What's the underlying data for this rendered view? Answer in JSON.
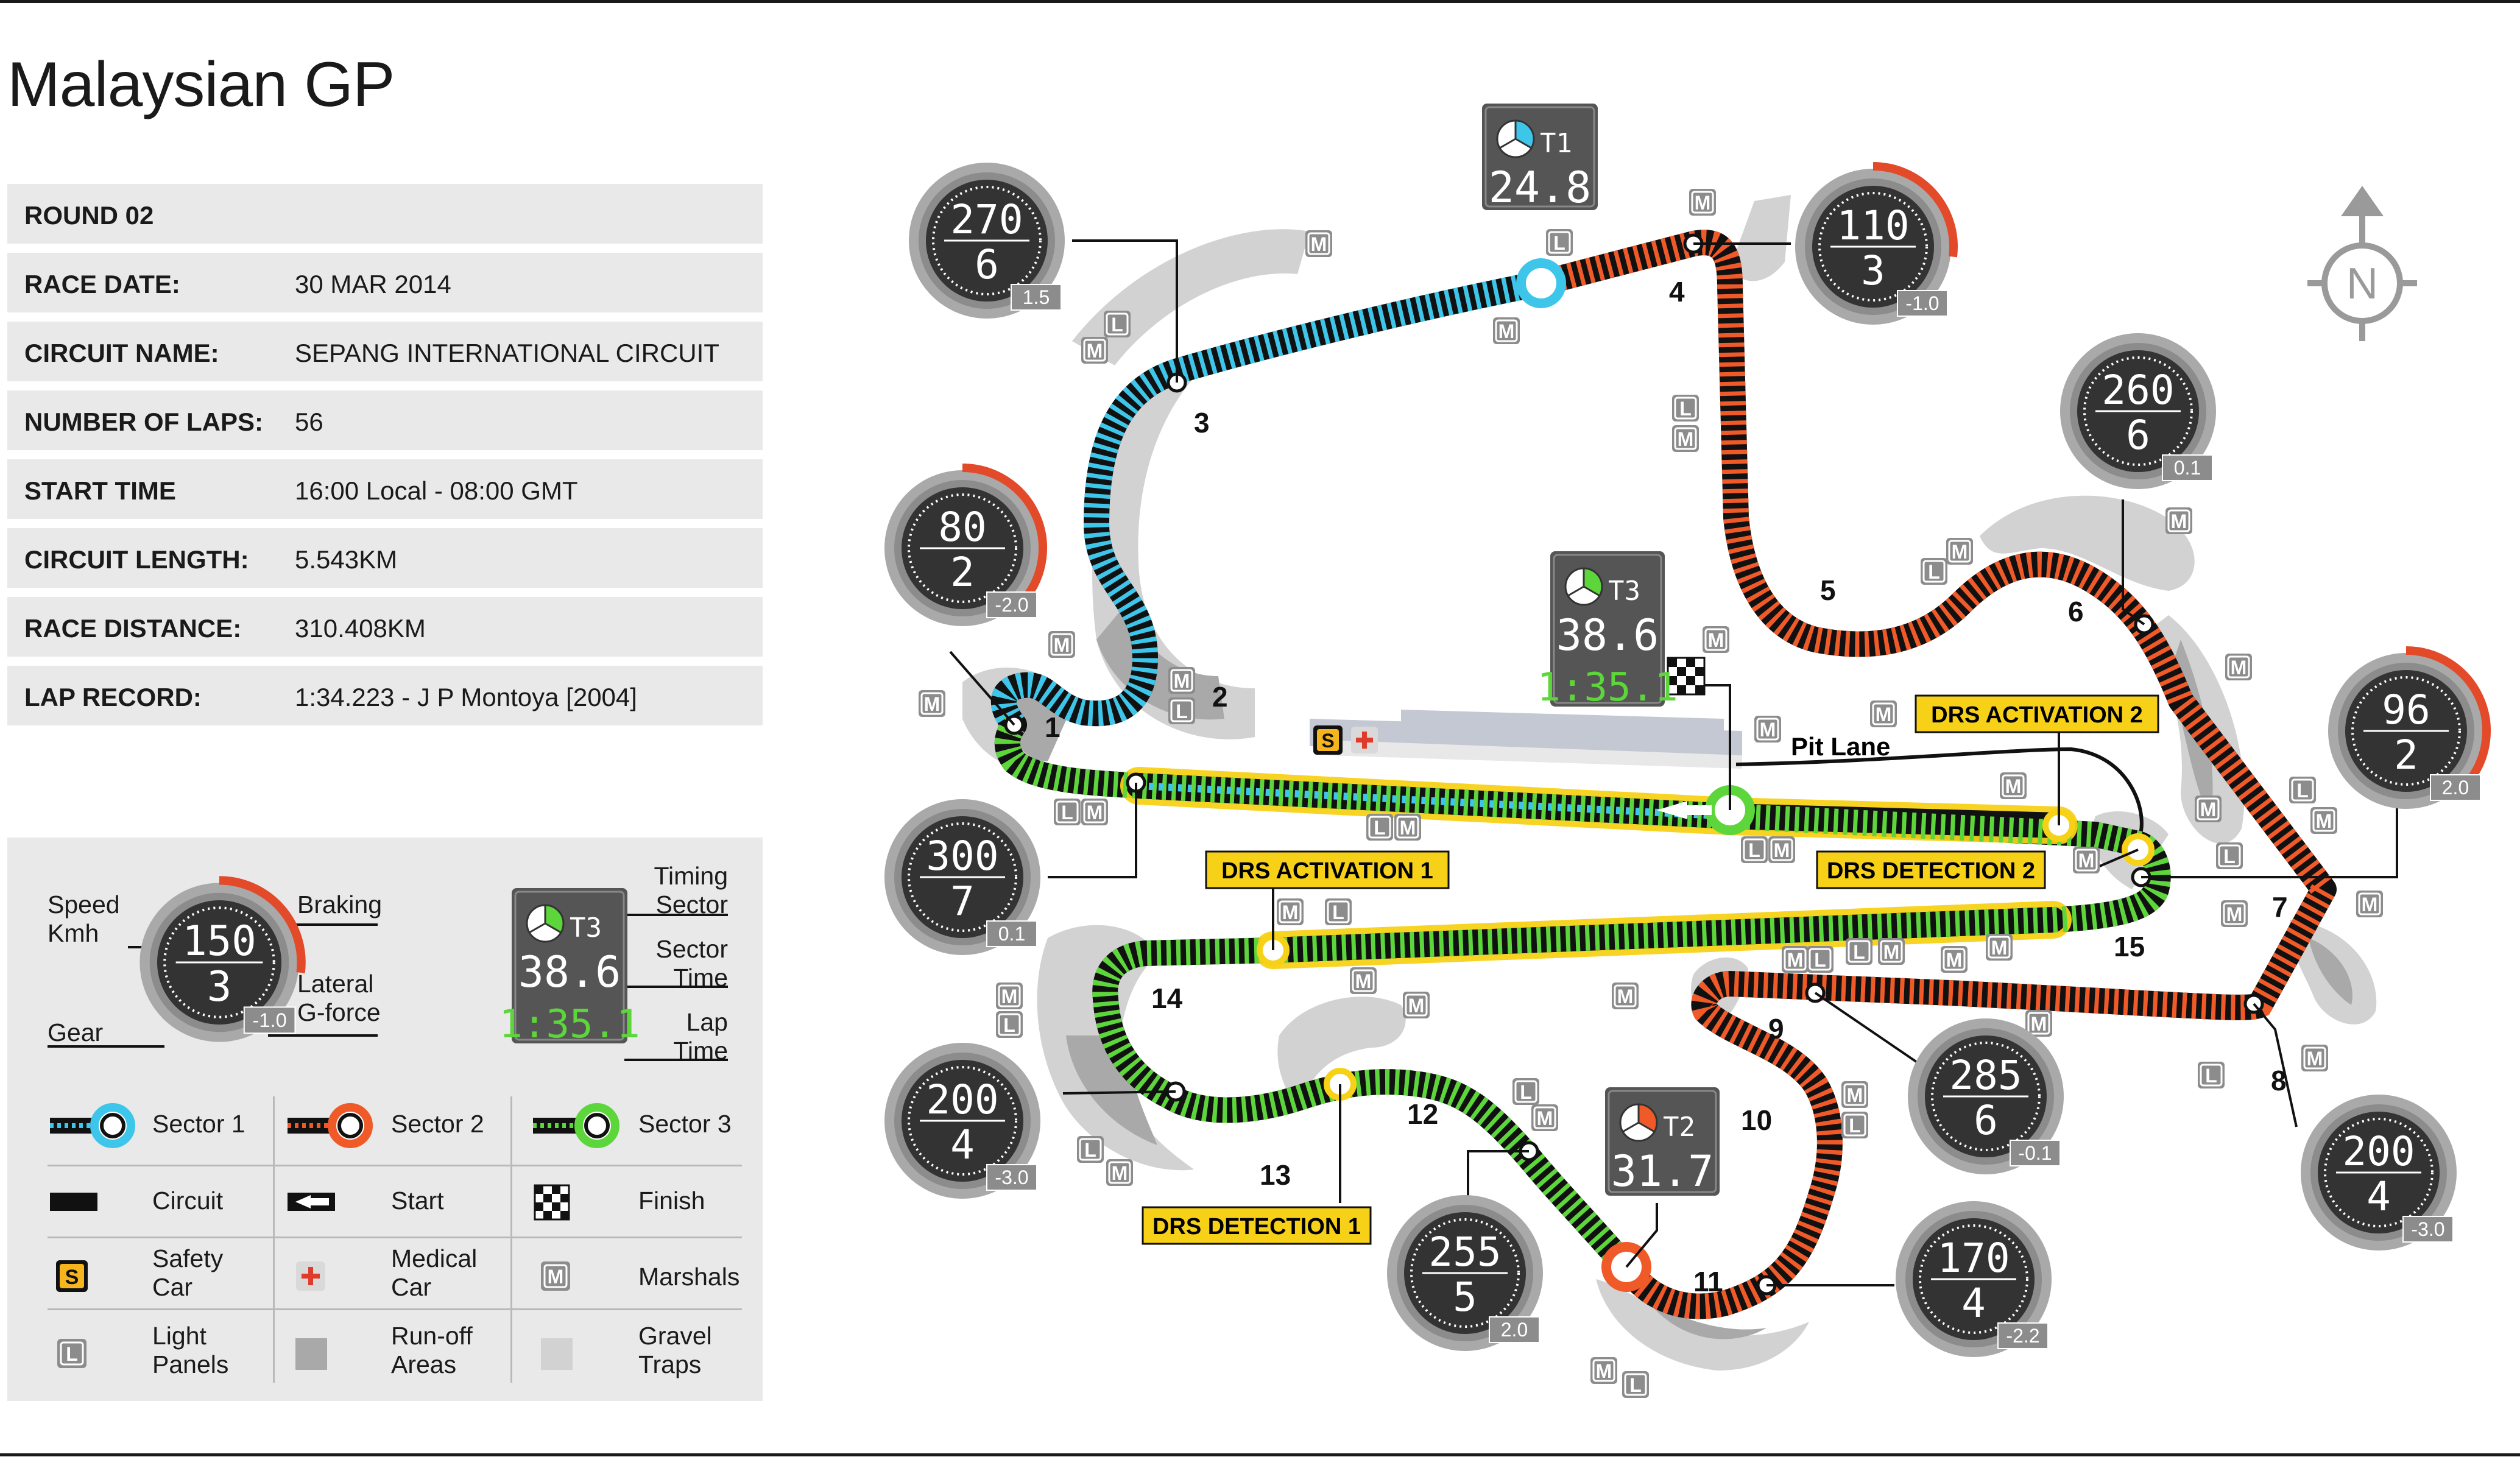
{
  "title": "Malaysian GP",
  "info": [
    {
      "label": "ROUND 02",
      "value": ""
    },
    {
      "label": "RACE DATE:",
      "value": "30 MAR 2014"
    },
    {
      "label": "CIRCUIT NAME:",
      "value": "SEPANG INTERNATIONAL CIRCUIT"
    },
    {
      "label": "NUMBER OF LAPS:",
      "value": "56"
    },
    {
      "label": "START TIME",
      "value": "16:00 Local - 08:00 GMT"
    },
    {
      "label": "CIRCUIT LENGTH:",
      "value": "5.543KM"
    },
    {
      "label": "RACE DISTANCE:",
      "value": "310.408KM"
    },
    {
      "label": "LAP RECORD:",
      "value": "1:34.223 - J P Montoya [2004]"
    }
  ],
  "legend": {
    "gauge_labels": {
      "speed": "Speed\nKmh",
      "braking": "Braking",
      "lateral": "Lateral\nG-force",
      "gear": "Gear"
    },
    "gauge_sample": {
      "speed": "150",
      "gear": "3",
      "g": "-1.0",
      "braking": 0.6
    },
    "timing_labels": {
      "timing": "Timing\nSector",
      "sector_time": "Sector\nTime",
      "lap_time": "Lap\nTime"
    },
    "timing_sample": {
      "sector": "T3",
      "time": "38.6",
      "lap": "1:35.1"
    },
    "items": [
      {
        "label": "Sector 1",
        "icon": "sector-1-icon",
        "color": "#3ec6ea"
      },
      {
        "label": "Sector 2",
        "icon": "sector-2-icon",
        "color": "#f05a28"
      },
      {
        "label": "Sector 3",
        "icon": "sector-3-icon",
        "color": "#5cd63a"
      },
      {
        "label": "Circuit",
        "icon": "circuit-icon"
      },
      {
        "label": "Start",
        "icon": "start-arrow-icon"
      },
      {
        "label": "Finish",
        "icon": "chequered-flag-icon"
      },
      {
        "label": "Safety\nCar",
        "icon": "safety-car-icon",
        "glyph": "S"
      },
      {
        "label": "Medical\nCar",
        "icon": "medical-car-icon"
      },
      {
        "label": "Marshals",
        "icon": "marshal-icon",
        "glyph": "M"
      },
      {
        "label": "Light\nPanels",
        "icon": "light-panel-icon",
        "glyph": "L"
      },
      {
        "label": "Run-off\nAreas",
        "icon": "run-off-area-icon"
      },
      {
        "label": "Gravel\nTraps",
        "icon": "gravel-trap-icon"
      }
    ]
  },
  "colors": {
    "sector1": "#3ec6ea",
    "sector2": "#f05a28",
    "sector3": "#5cd63a",
    "drs": "#f7d117",
    "gauge_dark": "#333333",
    "gauge_grey": "#8c8c8c",
    "braking": "#e24a2a"
  },
  "corners": [
    "1",
    "2",
    "3",
    "4",
    "5",
    "6",
    "7",
    "8",
    "9",
    "10",
    "11",
    "12",
    "13",
    "14",
    "15"
  ],
  "gauges": [
    {
      "id": "t3-exit",
      "speed": "270",
      "gear": "6",
      "g": "1.5",
      "braking": 0
    },
    {
      "id": "t4",
      "speed": "110",
      "gear": "3",
      "g": "-1.0",
      "braking": 0.6
    },
    {
      "id": "t6",
      "speed": "260",
      "gear": "6",
      "g": "0.1",
      "braking": 0
    },
    {
      "id": "t1",
      "speed": "80",
      "gear": "2",
      "g": "-2.0",
      "braking": 0.8
    },
    {
      "id": "t7",
      "speed": "96",
      "gear": "2",
      "g": "2.0",
      "braking": 0.8
    },
    {
      "id": "start",
      "speed": "300",
      "gear": "7",
      "g": "0.1",
      "braking": 0
    },
    {
      "id": "t14",
      "speed": "200",
      "gear": "4",
      "g": "-3.0",
      "braking": 0
    },
    {
      "id": "t9",
      "speed": "285",
      "gear": "6",
      "g": "-0.1",
      "braking": 0
    },
    {
      "id": "t8",
      "speed": "200",
      "gear": "4",
      "g": "-3.0",
      "braking": 0
    },
    {
      "id": "t12",
      "speed": "255",
      "gear": "5",
      "g": "2.0",
      "braking": 0
    },
    {
      "id": "t11",
      "speed": "170",
      "gear": "4",
      "g": "-2.2",
      "braking": 0
    }
  ],
  "timing_boxes": [
    {
      "sector": "T1",
      "time": "24.8"
    },
    {
      "sector": "T3",
      "time": "38.6",
      "lap": "1:35.1"
    },
    {
      "sector": "T2",
      "time": "31.7"
    }
  ],
  "drs_labels": [
    "DRS ACTIVATION 2",
    "DRS ACTIVATION 1",
    "DRS DETECTION 2",
    "DRS DETECTION 1"
  ],
  "pit_lane_label": "Pit Lane",
  "markers": {
    "safety_car": "S",
    "marshal": "M",
    "light_panel": "L"
  },
  "compass": "N"
}
